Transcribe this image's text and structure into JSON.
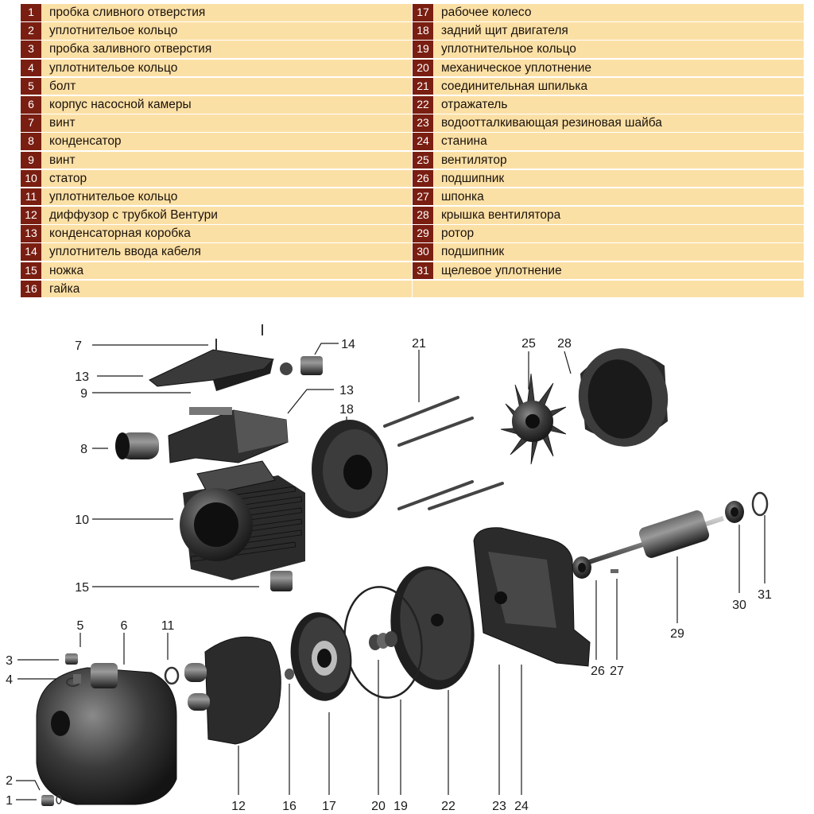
{
  "legend": {
    "left": [
      {
        "n": "1",
        "label": "пробка сливного отверстия"
      },
      {
        "n": "2",
        "label": "уплотнительое кольцо"
      },
      {
        "n": "3",
        "label": "пробка заливного отверстия"
      },
      {
        "n": "4",
        "label": "уплотнительое кольцо"
      },
      {
        "n": "5",
        "label": "болт"
      },
      {
        "n": "6",
        "label": "корпус насосной камеры"
      },
      {
        "n": "7",
        "label": "винт"
      },
      {
        "n": "8",
        "label": "конденсатор"
      },
      {
        "n": "9",
        "label": "винт"
      },
      {
        "n": "10",
        "label": "статор"
      },
      {
        "n": "11",
        "label": "уплотнительое кольцо"
      },
      {
        "n": "12",
        "label": "диффузор с трубкой Вентури"
      },
      {
        "n": "13",
        "label": "конденсаторная коробка"
      },
      {
        "n": "14",
        "label": "уплотнитель ввода кабеля"
      },
      {
        "n": "15",
        "label": "ножка"
      },
      {
        "n": "16",
        "label": "гайка"
      }
    ],
    "right": [
      {
        "n": "17",
        "label": "рабочее колесо"
      },
      {
        "n": "18",
        "label": "задний щит двигателя"
      },
      {
        "n": "19",
        "label": "уплотнительное кольцо"
      },
      {
        "n": "20",
        "label": "механическое уплотнение"
      },
      {
        "n": "21",
        "label": "соединительная шпилька"
      },
      {
        "n": "22",
        "label": "отражатель"
      },
      {
        "n": "23",
        "label": "водоотталкивающая резиновая шайба"
      },
      {
        "n": "24",
        "label": "станина"
      },
      {
        "n": "25",
        "label": "вентилятор"
      },
      {
        "n": "26",
        "label": "подшипник"
      },
      {
        "n": "27",
        "label": "шпонка"
      },
      {
        "n": "28",
        "label": "крышка вентилятора"
      },
      {
        "n": "29",
        "label": "ротор"
      },
      {
        "n": "30",
        "label": "подшипник"
      },
      {
        "n": "31",
        "label": "щелевое уплотнение"
      },
      {
        "n": "",
        "label": ""
      }
    ]
  },
  "callouts": {
    "c1": "1",
    "c2": "2",
    "c3": "3",
    "c4": "4",
    "c5": "5",
    "c6": "6",
    "c7": "7",
    "c8": "8",
    "c9": "9",
    "c10": "10",
    "c11": "11",
    "c12": "12",
    "c13a": "13",
    "c13b": "13",
    "c14": "14",
    "c15": "15",
    "c16": "16",
    "c17": "17",
    "c18": "18",
    "c19": "19",
    "c20": "20",
    "c21": "21",
    "c22": "22",
    "c23": "23",
    "c24": "24",
    "c25": "25",
    "c26": "26",
    "c27": "27",
    "c28": "28",
    "c29": "29",
    "c30": "30",
    "c31": "31"
  },
  "colors": {
    "legend_bg": "#fbe0a6",
    "number_bg": "#7a1e12",
    "part_dark": "#2e2e2e"
  }
}
